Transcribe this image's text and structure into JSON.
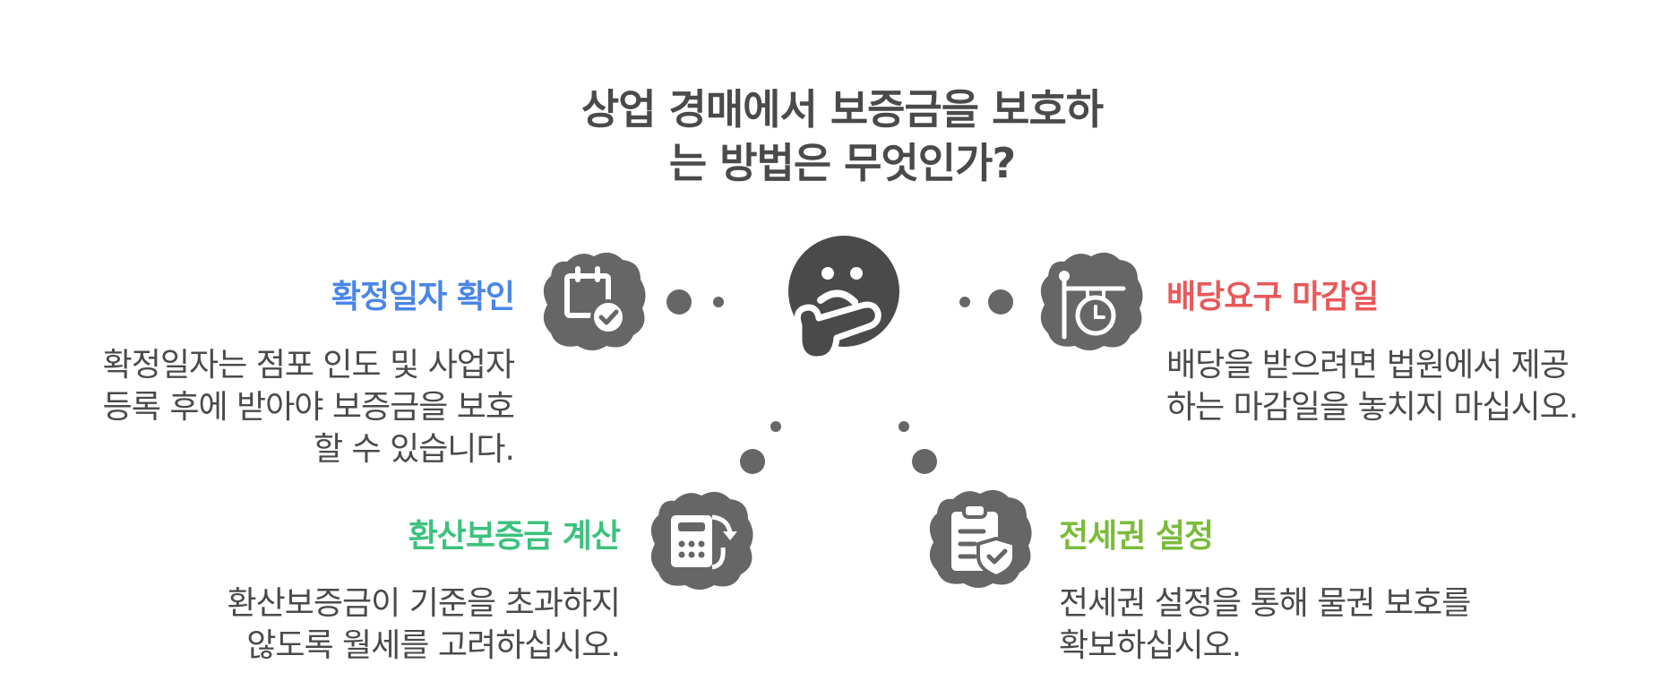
{
  "title": {
    "line1": "상업 경매에서 보증금을 보호하",
    "line2": "는 방법은 무엇인가?"
  },
  "center_icon": "thinking-face-icon",
  "colors": {
    "title": "#4a4a4a",
    "body_text": "#4a4a4a",
    "icon_blob": "#666666",
    "connector_dot": "#666666"
  },
  "items": [
    {
      "position": "top-left",
      "icon": "calendar-check-icon",
      "heading": "확정일자 확인",
      "color": "#4a86e8",
      "lines": [
        "확정일자는 점포 인도 및 사업자",
        "등록 후에 받아야 보증금을 보호",
        "할 수 있습니다."
      ]
    },
    {
      "position": "top-right",
      "icon": "hanging-clock-sign-icon",
      "heading": "배당요구 마감일",
      "color": "#e8595a",
      "lines": [
        "배당을 받으려면 법원에서 제공",
        "하는 마감일을 놓치지 마십시오."
      ]
    },
    {
      "position": "bottom-left",
      "icon": "calculator-convert-icon",
      "heading": "환산보증금 계산",
      "color": "#3cc27e",
      "lines": [
        "환산보증금이 기준을 초과하지",
        "않도록 월세를 고려하십시오."
      ]
    },
    {
      "position": "bottom-right",
      "icon": "clipboard-shield-icon",
      "heading": "전세권 설정",
      "color": "#7cbb3a",
      "lines": [
        "전세권 설정을 통해 물권 보호를",
        "확보하십시오."
      ]
    }
  ]
}
